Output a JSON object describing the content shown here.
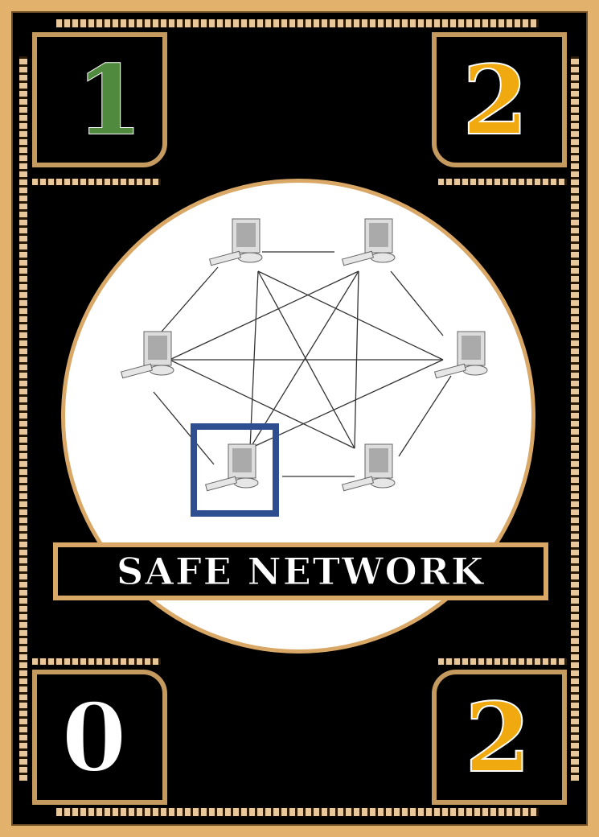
{
  "card": {
    "title": "SAFE NETWORK",
    "corners": {
      "top_left": "1",
      "top_right": "2",
      "bottom_left": "0",
      "bottom_right": "2"
    },
    "colors": {
      "frame": "#e2b26c",
      "background": "#000000",
      "top_left_number": "#4f8a3e",
      "top_right_number": "#f0a90f",
      "bottom_left_number": "#ffffff",
      "bottom_right_number": "#f0a90f",
      "highlight_border": "#2f4e8f"
    }
  },
  "diagram": {
    "icon": "computer-icon",
    "nodes": 6,
    "highlighted_node": "bottom-left computer"
  }
}
